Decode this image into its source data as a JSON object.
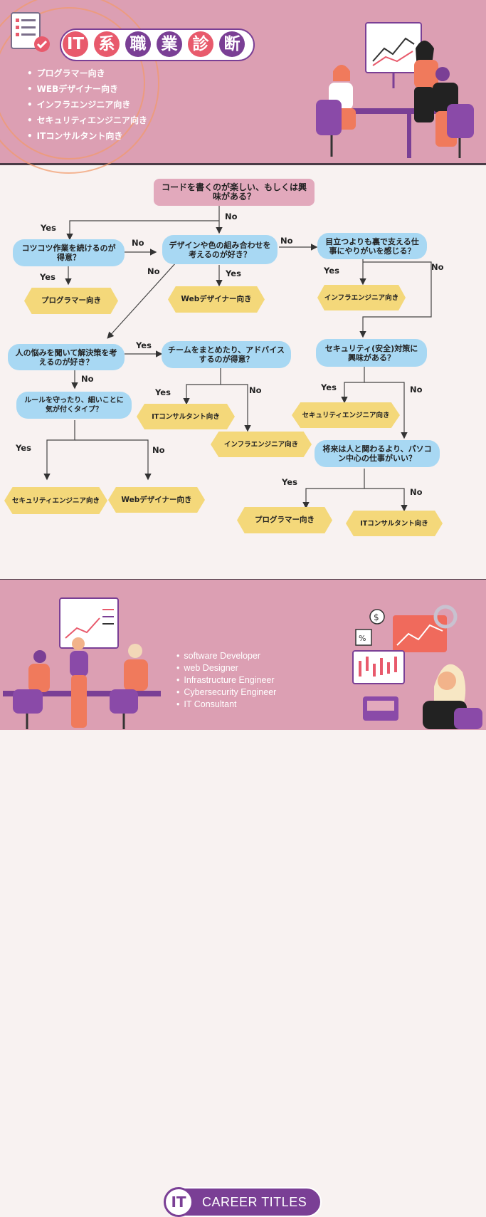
{
  "header": {
    "title_chars": [
      "IT",
      "系",
      "職",
      "業",
      "診",
      "断"
    ],
    "title_colors": [
      "#e85a6c",
      "#e85a6c",
      "#7a3f95",
      "#7a3f95",
      "#e85a6c",
      "#7a3f95"
    ],
    "bullets": [
      "プログラマー向き",
      "WEBデザイナー向き",
      "インフラエンジニア向き",
      "セキュリティエンジニア向き",
      "ITコンサルタント向き"
    ],
    "icon": "checklist-icon"
  },
  "flow": {
    "start": "コードを書くのが楽しい、もしくは興味がある？",
    "q_steady": "コツコツ作業を続けるのが得意？",
    "q_design": "デザインや色の組み合わせを考えるのが好き？",
    "q_support": "目立つよりも裏で支える仕事にやりがいを感じる？",
    "q_solve": "人の悩みを聞いて解決策を考えるのが好き？",
    "q_team": "チームをまとめたり、アドバイスするのが得意？",
    "q_security": "セキュリティ(安全)対策に興味がある？",
    "q_rules": "ルールを守ったり、細いことに気が付くタイプ？",
    "q_pc": "将来は人と関わるより、パソコン中心の仕事がいい？",
    "r_programmer_1": "プログラマー向き",
    "r_web_1": "Webデザイナー向き",
    "r_infra_1": "インフラエンジニア向き",
    "r_itc_1": "ITコンサルタント向き",
    "r_infra_2": "インフラエンジニア向き",
    "r_sec_1": "セキュリティエンジニア向き",
    "r_sec_2": "セキュリティエンジニア向き",
    "r_web_2": "Webデザイナー向き",
    "r_programmer_2": "プログラマー向き",
    "r_itc_2": "ITコンサルタント向き",
    "yes": "Yes",
    "no": "No"
  },
  "footer": {
    "it": "IT",
    "career_titles": "CAREER TITLES",
    "titles": [
      "software Developer",
      "web Designer",
      "Infrastructure Engineer",
      "Cybersecurity Engineer",
      "IT Consultant"
    ]
  },
  "colors": {
    "pink_band": "#dc9fb3",
    "question": "#a8d8f3",
    "result": "#f4d87a",
    "accent_purple": "#7a3f95",
    "accent_red": "#e85a6c"
  }
}
